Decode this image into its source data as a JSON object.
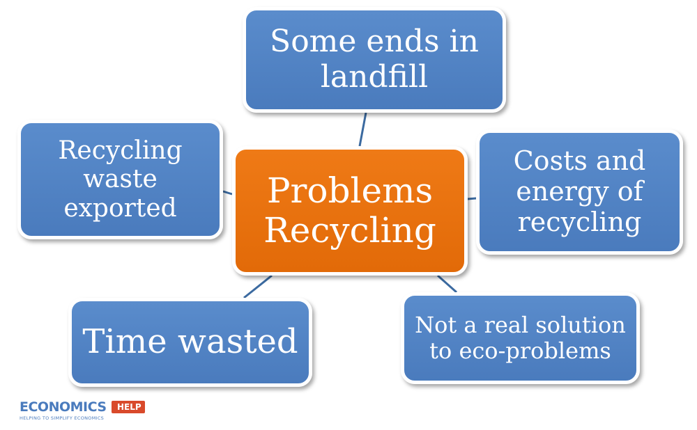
{
  "diagram": {
    "center": {
      "lines": [
        "Problems",
        "Recycling"
      ],
      "color": "#e46c0a"
    },
    "nodes": [
      {
        "id": "landfill",
        "lines": [
          "Some ends in",
          "landfill"
        ]
      },
      {
        "id": "exported",
        "lines": [
          "Recycling",
          "waste",
          "exported"
        ]
      },
      {
        "id": "costs",
        "lines": [
          "Costs and",
          "energy of",
          "recycling"
        ]
      },
      {
        "id": "time",
        "lines": [
          "Time wasted"
        ]
      },
      {
        "id": "solution",
        "lines": [
          "Not a real solution",
          "to eco-problems"
        ]
      }
    ],
    "node_color": "#4f81bd",
    "connector_color": "#3b6aa0"
  },
  "logo": {
    "main": "ECONOMICS",
    "badge": "HELP",
    "tagline": "HELPING TO SIMPLIFY ECONOMICS"
  }
}
